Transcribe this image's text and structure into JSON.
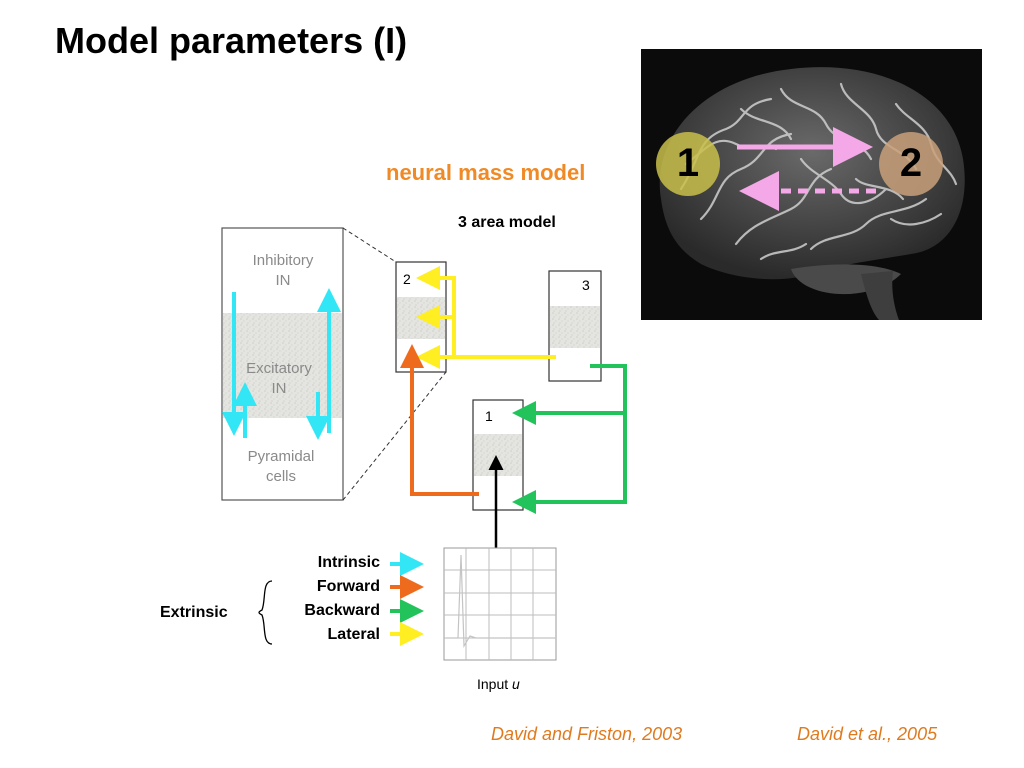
{
  "title": "Model parameters (I)",
  "neural_mass_label": "neural mass model",
  "area_model_label": "3 area model",
  "layers": {
    "inhibitory_line1": "Inhibitory",
    "inhibitory_line2": "IN",
    "excitatory_line1": "Excitatory",
    "excitatory_line2": "IN",
    "pyramidal_line1": "Pyramidal",
    "pyramidal_line2": "cells"
  },
  "areas": {
    "area1": "1",
    "area2": "2",
    "area3": "3"
  },
  "legend": {
    "intrinsic": "Intrinsic",
    "forward": "Forward",
    "backward": "Backward",
    "lateral": "Lateral",
    "extrinsic": "Extrinsic"
  },
  "input_label_prefix": "Input",
  "input_label_var": "u",
  "brain_regions": {
    "region1": "1",
    "region2": "2"
  },
  "citations": {
    "left": "David and Friston, 2003",
    "right": "David et al., 2005"
  },
  "colors": {
    "intrinsic": "#33e6f5",
    "forward": "#ee6a1c",
    "backward": "#22c35a",
    "lateral": "#ffee22",
    "connection_forward_brain": "#f5a8e8",
    "region1_fill": "#c9c04a",
    "region2_fill": "#c8a07a",
    "title_accent": "#f08a26"
  }
}
